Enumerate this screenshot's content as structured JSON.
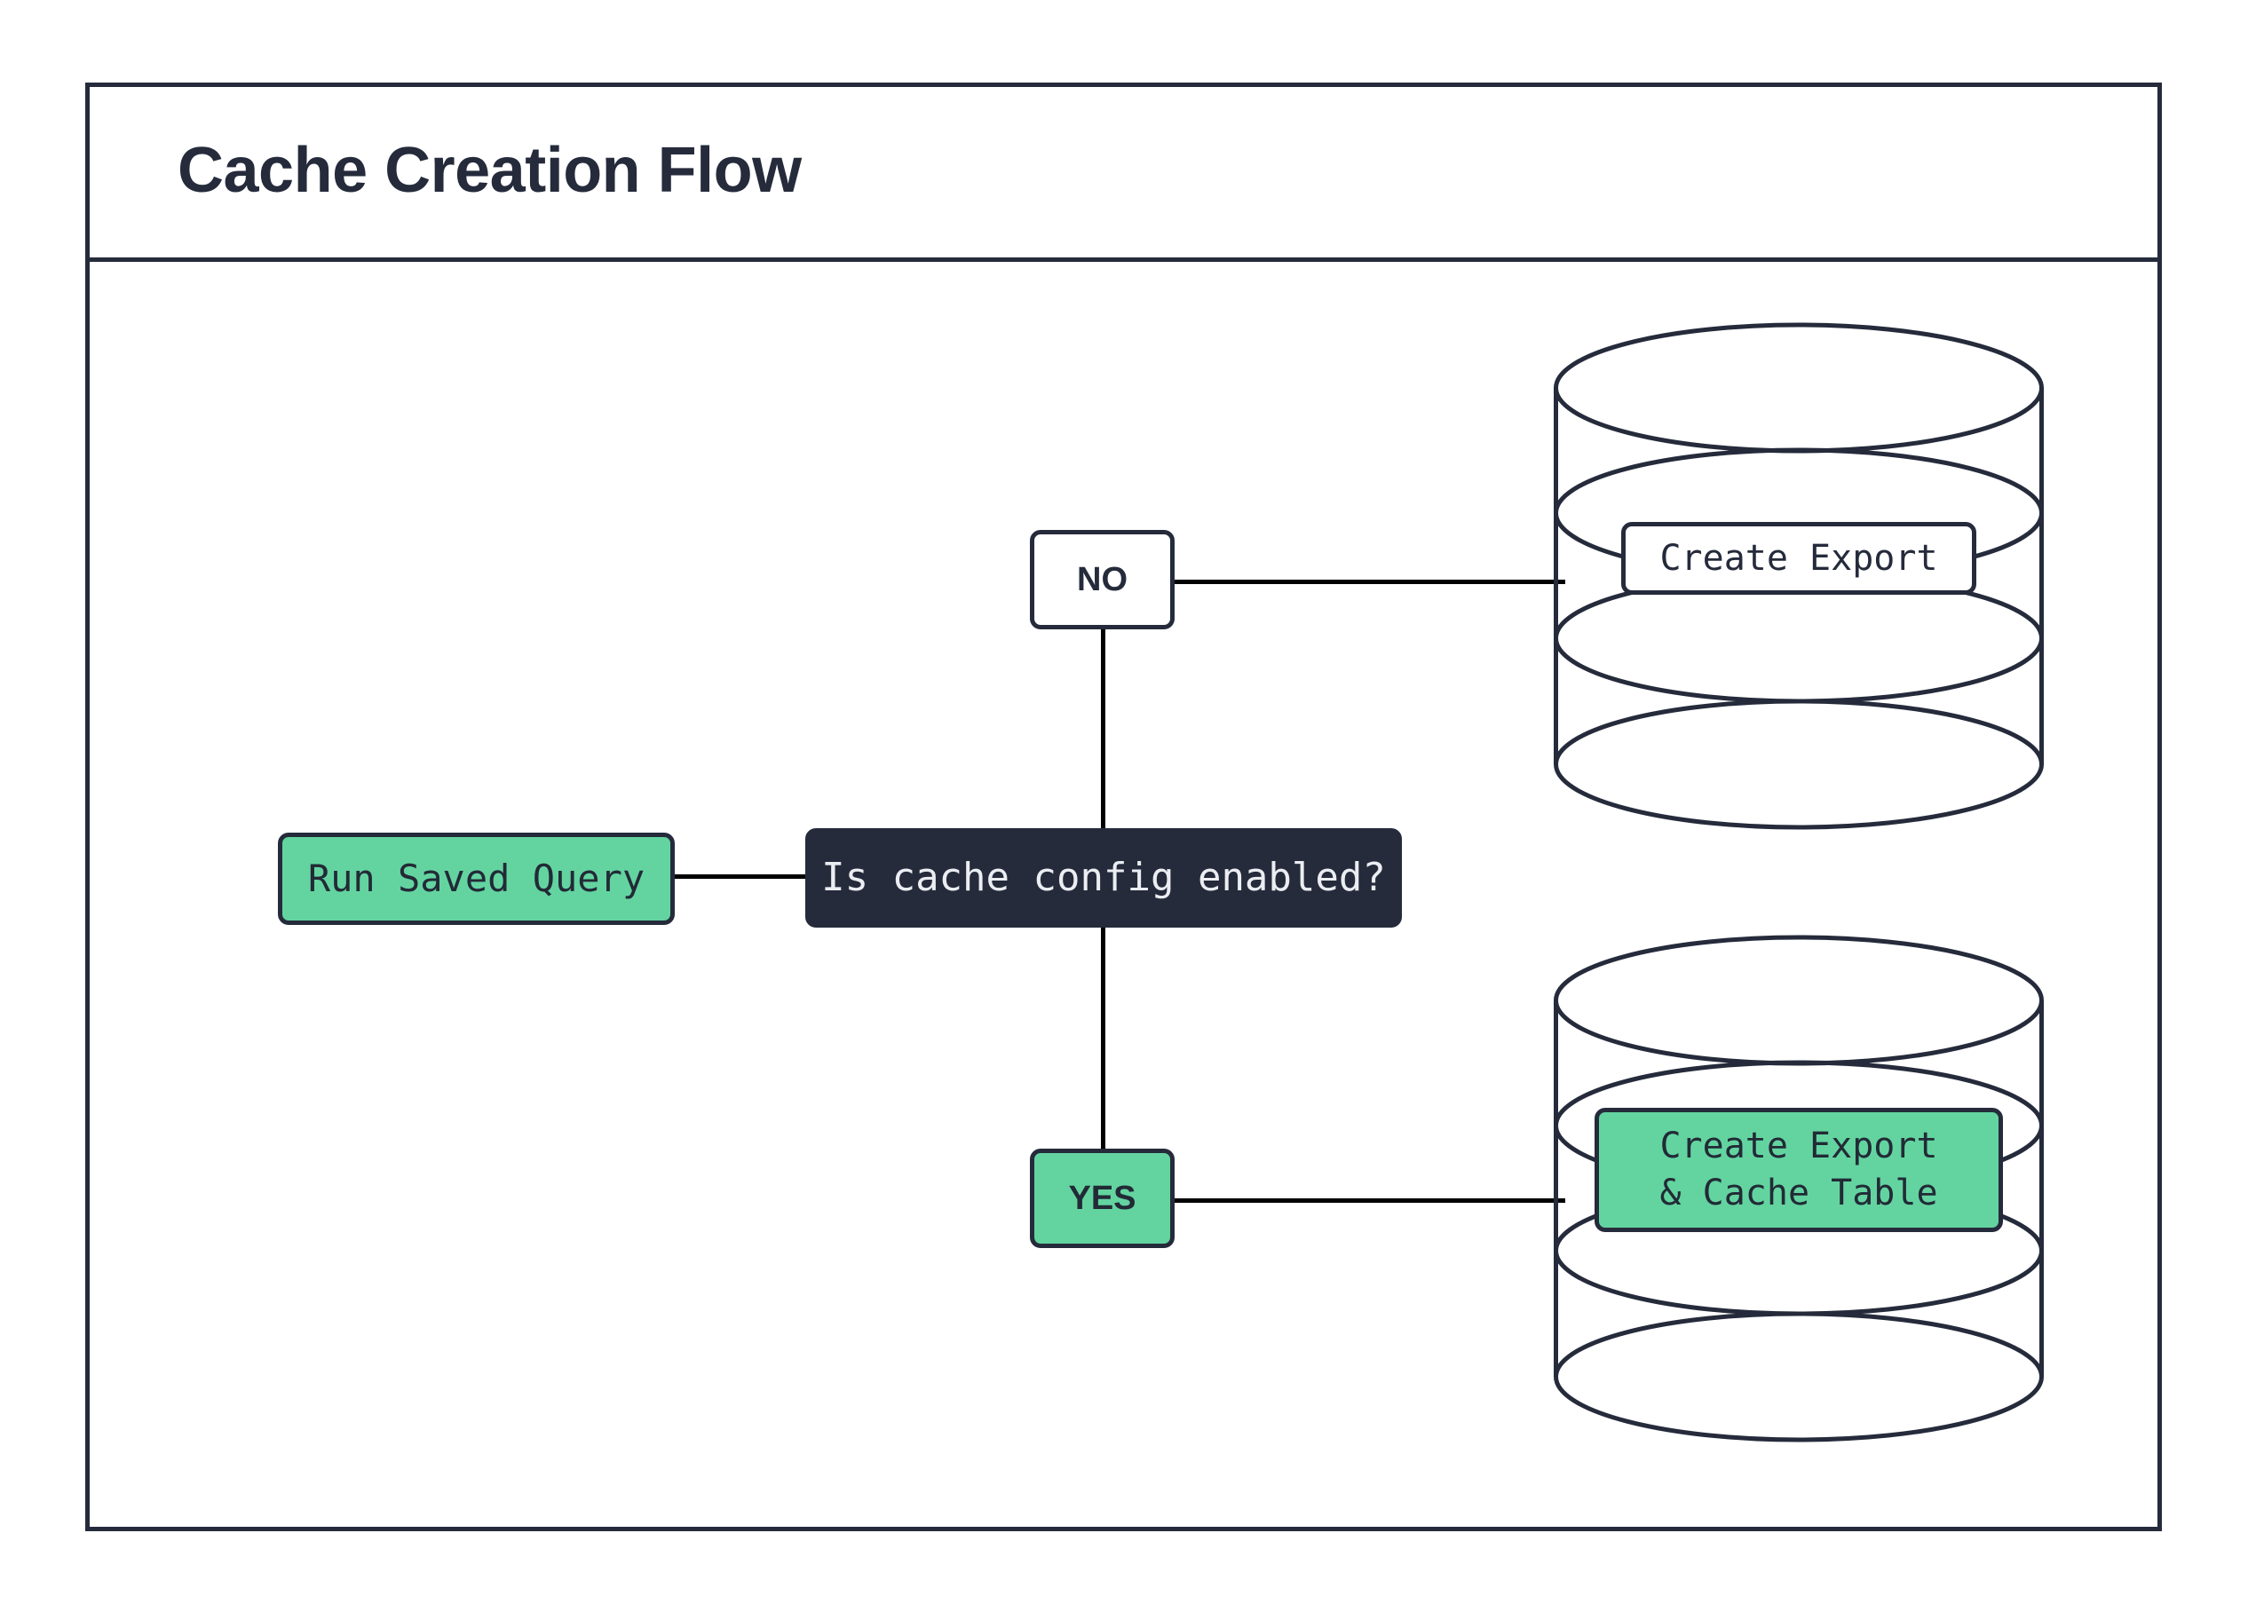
{
  "diagram": {
    "title": "Cache Creation Flow",
    "accent_green": "#63d4a0",
    "accent_dark": "#252b3b",
    "line_color": "#000000",
    "background": "#ffffff"
  },
  "nodes": {
    "start": {
      "label": "Run Saved Query",
      "shape": "rounded-rect",
      "fill": "#63d4a0"
    },
    "decision": {
      "label": "Is cache config enabled?",
      "shape": "rounded-rect",
      "fill": "#252b3b"
    },
    "branch_no": {
      "label": "NO",
      "shape": "rounded-rect",
      "fill": "#ffffff"
    },
    "branch_yes": {
      "label": "YES",
      "shape": "rounded-rect",
      "fill": "#63d4a0"
    },
    "db_export": {
      "label": "Create Export",
      "shape": "cylinder",
      "fill": "#ffffff"
    },
    "db_export_cache": {
      "label_line1": "Create Export",
      "label_line2": "& Cache Table",
      "shape": "cylinder",
      "fill": "#63d4a0"
    }
  },
  "edges": [
    {
      "from": "start",
      "to": "decision",
      "label": ""
    },
    {
      "from": "decision",
      "to": "branch_no",
      "label": "NO"
    },
    {
      "from": "decision",
      "to": "branch_yes",
      "label": "YES"
    },
    {
      "from": "branch_no",
      "to": "db_export",
      "label": ""
    },
    {
      "from": "branch_yes",
      "to": "db_export_cache",
      "label": ""
    }
  ]
}
